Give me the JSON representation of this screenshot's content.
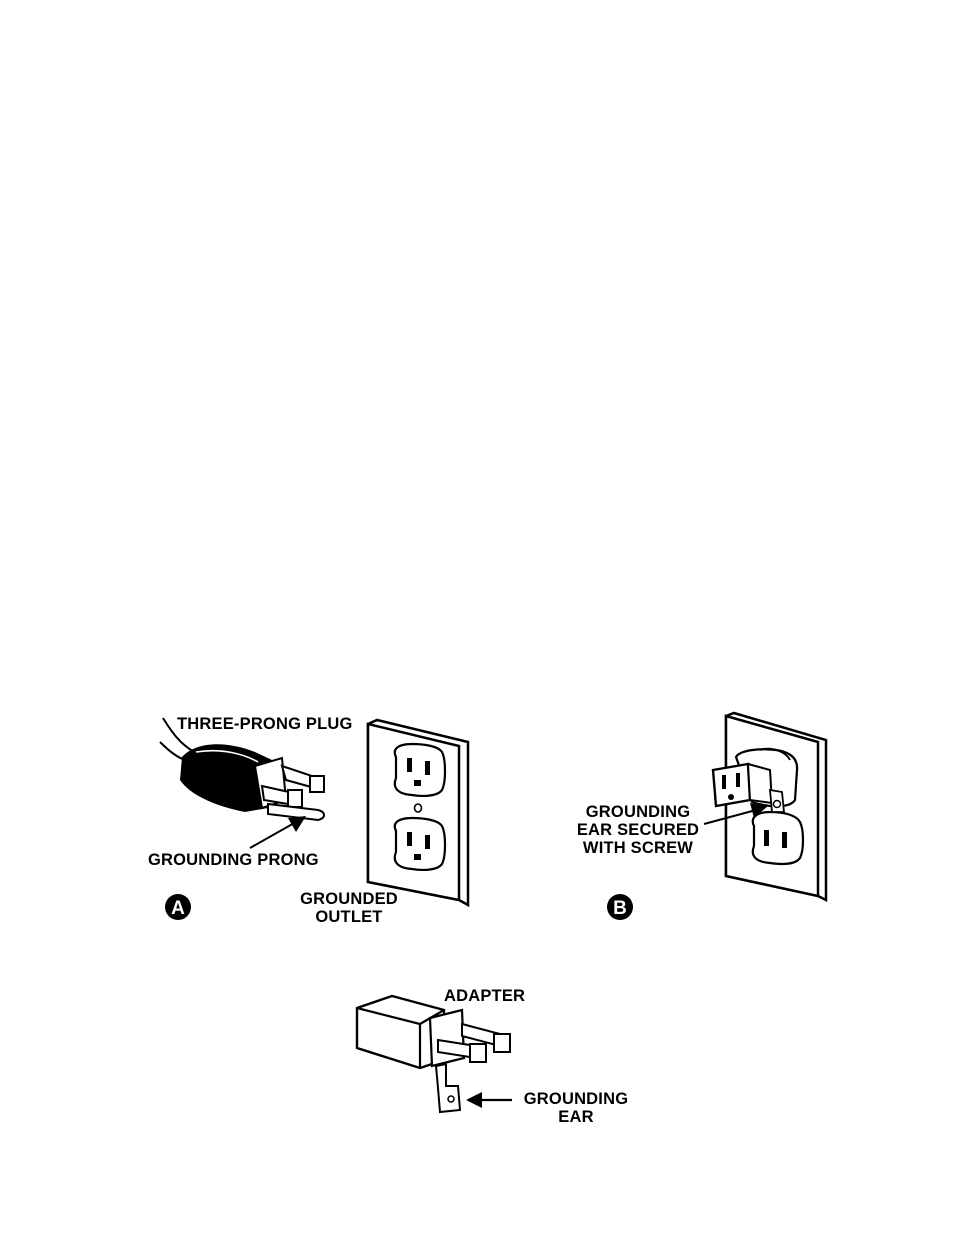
{
  "panel_a": {
    "badge": "A",
    "plug_label": "THREE-PRONG PLUG",
    "prong_label": "GROUNDING PRONG",
    "outlet_label_line1": "GROUNDED",
    "outlet_label_line2": "OUTLET"
  },
  "panel_b": {
    "badge": "B",
    "ear_label_line1": "GROUNDING",
    "ear_label_line2": "EAR SECURED",
    "ear_label_line3": "WITH SCREW"
  },
  "panel_c": {
    "adapter_label": "ADAPTER",
    "ear_label_line1": "GROUNDING",
    "ear_label_line2": "EAR"
  }
}
